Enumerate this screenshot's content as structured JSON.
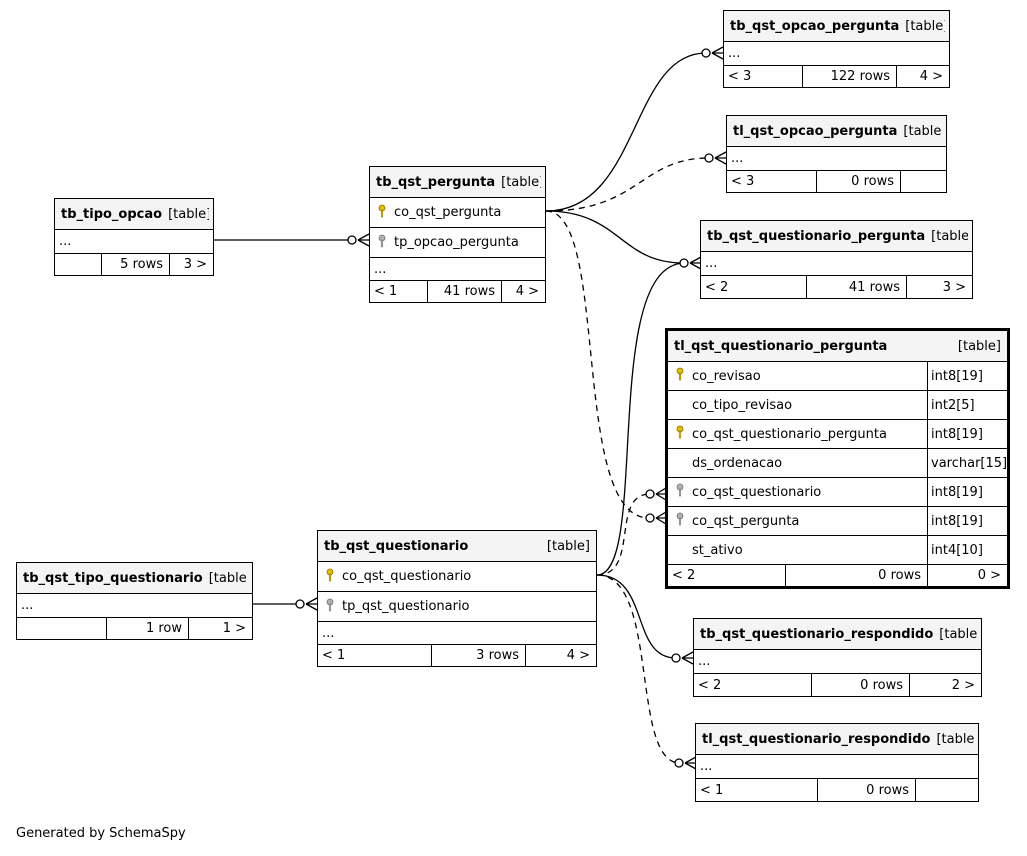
{
  "footer": "Generated by SchemaSpy",
  "tables": {
    "tb_tipo_opcao": {
      "name": "tb_tipo_opcao",
      "kind": "[table]",
      "ellipsis": "...",
      "parents": "",
      "rows": "5 rows",
      "children": "3 >"
    },
    "tb_qst_pergunta": {
      "name": "tb_qst_pergunta",
      "kind": "[table]",
      "cols": [
        "co_qst_pergunta",
        "tp_opcao_pergunta"
      ],
      "ellipsis": "...",
      "parents": "< 1",
      "rows": "41 rows",
      "children": "4 >"
    },
    "tb_qst_opcao_pergunta": {
      "name": "tb_qst_opcao_pergunta",
      "kind": "[table]",
      "ellipsis": "...",
      "parents": "< 3",
      "rows": "122 rows",
      "children": "4 >"
    },
    "tl_qst_opcao_pergunta": {
      "name": "tl_qst_opcao_pergunta",
      "kind": "[table]",
      "ellipsis": "...",
      "parents": "< 3",
      "rows": "0 rows",
      "children": ""
    },
    "tb_qst_questionario_pergunta": {
      "name": "tb_qst_questionario_pergunta",
      "kind": "[table]",
      "ellipsis": "...",
      "parents": "< 2",
      "rows": "41 rows",
      "children": "3 >"
    },
    "tl_qst_questionario_pergunta": {
      "name": "tl_qst_questionario_pergunta",
      "kind": "[table]",
      "cols": [
        {
          "name": "co_revisao",
          "type": "int8[19]",
          "key": "pk"
        },
        {
          "name": "co_tipo_revisao",
          "type": "int2[5]",
          "key": ""
        },
        {
          "name": "co_qst_questionario_pergunta",
          "type": "int8[19]",
          "key": "pk"
        },
        {
          "name": "ds_ordenacao",
          "type": "varchar[15]",
          "key": ""
        },
        {
          "name": "co_qst_questionario",
          "type": "int8[19]",
          "key": "fk"
        },
        {
          "name": "co_qst_pergunta",
          "type": "int8[19]",
          "key": "fk"
        },
        {
          "name": "st_ativo",
          "type": "int4[10]",
          "key": ""
        }
      ],
      "parents": "< 2",
      "rows": "0 rows",
      "children": "0 >"
    },
    "tb_qst_tipo_questionario": {
      "name": "tb_qst_tipo_questionario",
      "kind": "[table]",
      "ellipsis": "...",
      "parents": "",
      "rows": "1 row",
      "children": "1 >"
    },
    "tb_qst_questionario": {
      "name": "tb_qst_questionario",
      "kind": "[table]",
      "cols": [
        "co_qst_questionario",
        "tp_qst_questionario"
      ],
      "ellipsis": "...",
      "parents": "< 1",
      "rows": "3 rows",
      "children": "4 >"
    },
    "tb_qst_questionario_respondido": {
      "name": "tb_qst_questionario_respondido",
      "kind": "[table]",
      "ellipsis": "...",
      "parents": "< 2",
      "rows": "0 rows",
      "children": "2 >"
    },
    "tl_qst_questionario_respondido": {
      "name": "tl_qst_questionario_respondido",
      "kind": "[table]",
      "ellipsis": "...",
      "parents": "< 1",
      "rows": "0 rows",
      "children": ""
    }
  },
  "colors": {
    "pk_key": "#e0c000",
    "fk_key": "#a0a0a0",
    "header_bg": "#f4f4f4"
  }
}
